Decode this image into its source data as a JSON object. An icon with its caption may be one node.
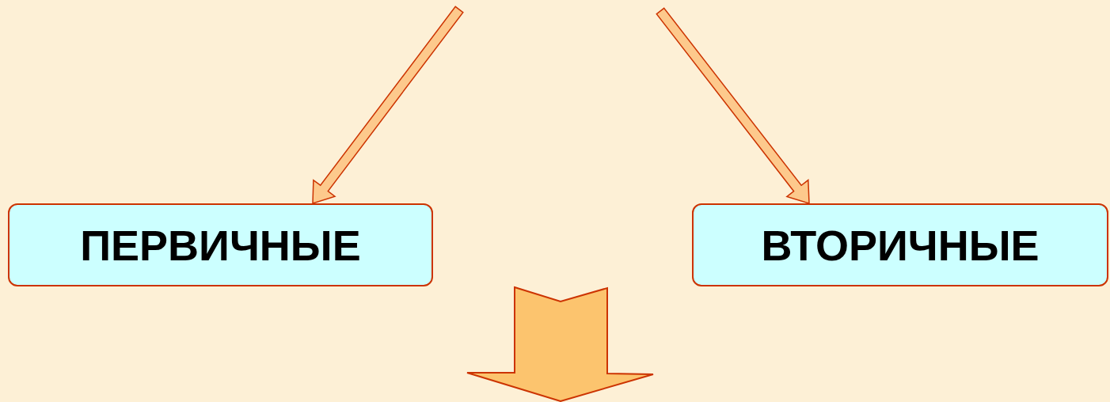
{
  "diagram": {
    "nodes": [
      {
        "text": [
          "ПЕРВИЧНЫЕ"
        ]
      },
      {
        "text": [
          "ВТОРИЧНЫЕ"
        ]
      }
    ],
    "edges": [
      {
        "from": null,
        "to": 0,
        "arrow": "to"
      },
      {
        "from": null,
        "to": 1,
        "arrow": "to"
      }
    ]
  }
}
